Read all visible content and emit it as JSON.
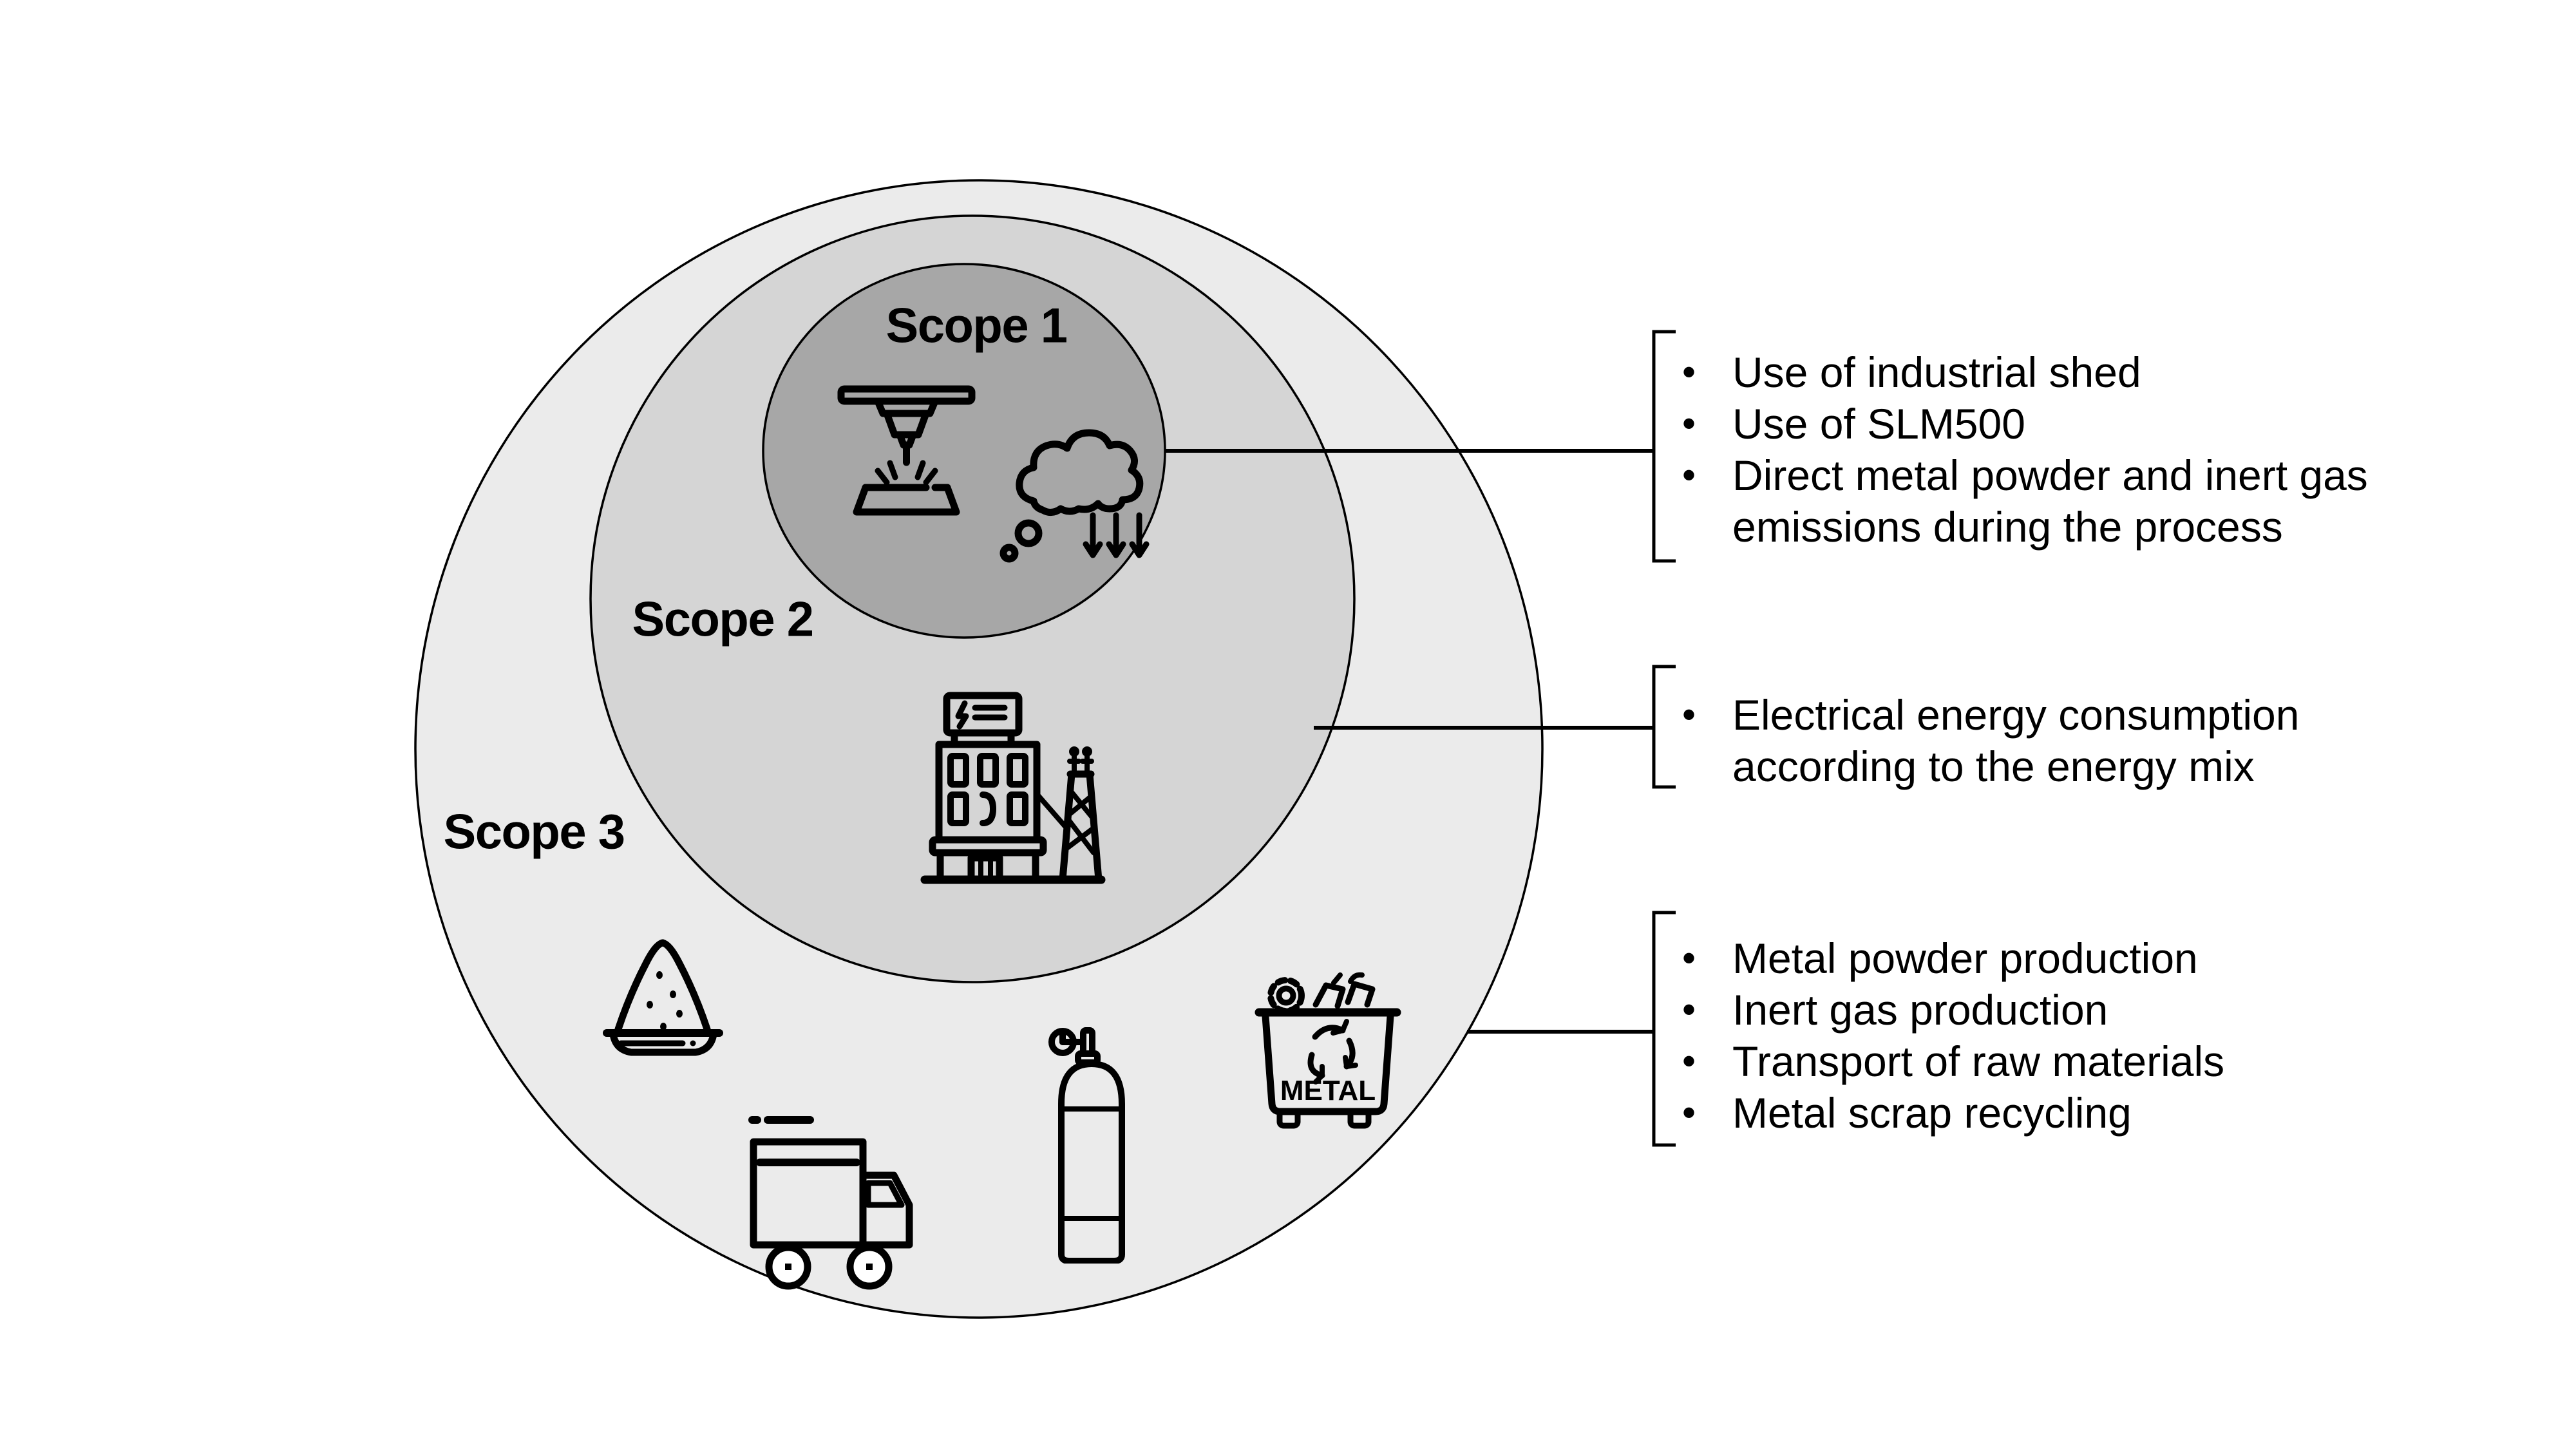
{
  "figure": {
    "title_none_visible": "",
    "background": "#ffffff",
    "colors": {
      "scope1_fill": "#a7a7a7",
      "scope2_fill": "#d5d5d5",
      "scope3_fill": "#ebebeb",
      "outline": "#000000"
    },
    "glyphs": {
      "bullet": "•"
    },
    "scopes": [
      {
        "label": "Scope 1"
      },
      {
        "label": "Scope 2"
      },
      {
        "label": "Scope 3"
      }
    ],
    "bin_label": "METAL",
    "icons": [
      "slm-laser-icon",
      "emission-cloud-icon",
      "power-plant-icon",
      "metal-powder-plate-icon",
      "delivery-truck-icon",
      "gas-cylinder-icon",
      "metal-scrap-bin-icon"
    ],
    "annotations": [
      {
        "for_scope": "Scope 1",
        "items": [
          "Use of industrial shed",
          "Use of SLM500",
          "Direct metal powder and inert gas emissions during the process"
        ]
      },
      {
        "for_scope": "Scope 2",
        "items": [
          "Electrical energy consumption according to the energy mix"
        ]
      },
      {
        "for_scope": "Scope 3",
        "items": [
          "Metal powder production",
          "Inert gas production",
          "Transport of raw materials",
          "Metal scrap recycling"
        ]
      }
    ]
  }
}
